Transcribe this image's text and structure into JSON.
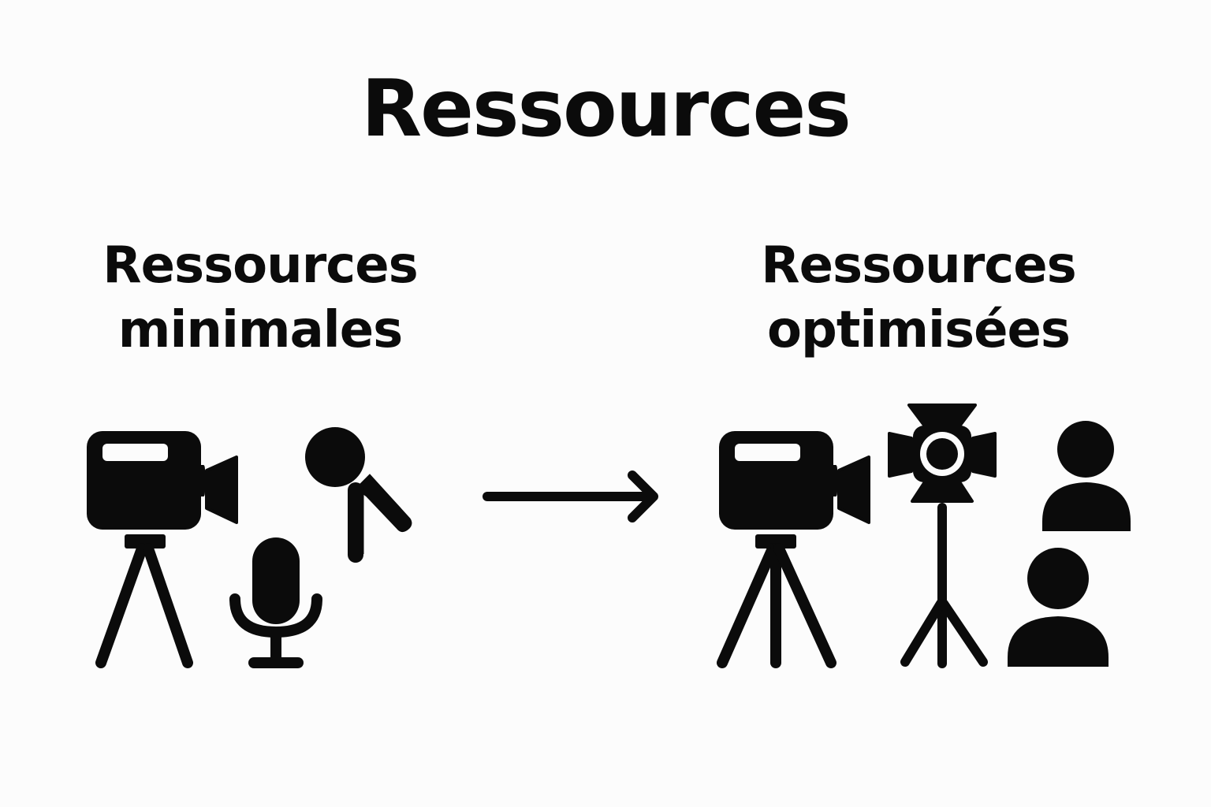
{
  "title": "Ressources",
  "left": {
    "line1": "Ressources",
    "line2": "minimales",
    "icons": [
      "video-camera-icon",
      "tripod-icon",
      "boom-microphone-icon",
      "microphone-icon"
    ]
  },
  "right": {
    "line1": "Ressources",
    "line2": "optimisées",
    "icons": [
      "video-camera-icon",
      "tripod-icon",
      "studio-light-icon",
      "person-icon",
      "person-icon"
    ]
  },
  "transition_icon": "arrow-right-icon",
  "colors": {
    "background": "#fcfcfc",
    "ink": "#0b0b0b"
  }
}
